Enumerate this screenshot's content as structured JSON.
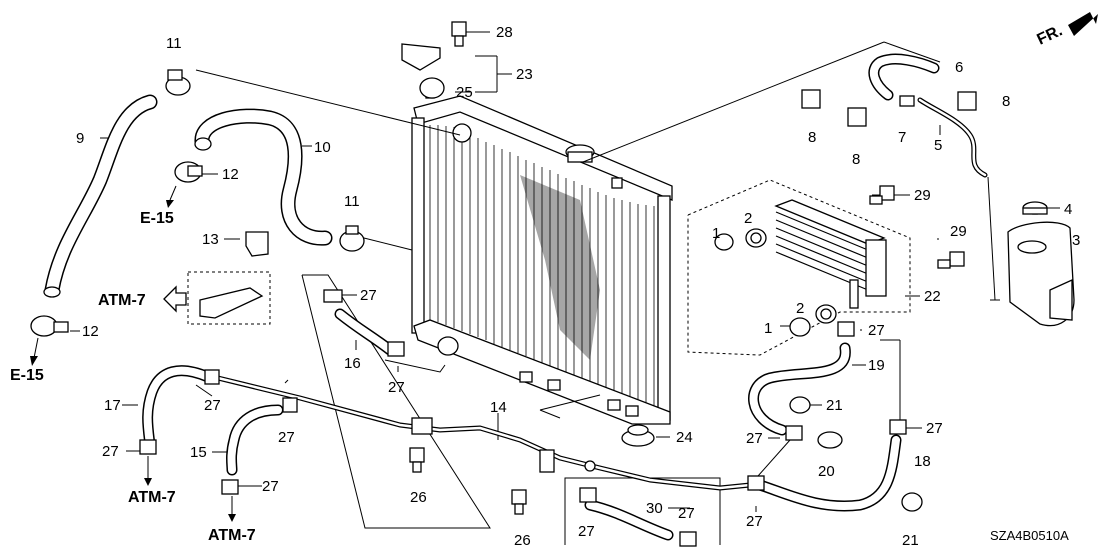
{
  "diagram_code": "SZA4B0510A",
  "front_label": "FR.",
  "callouts": [
    {
      "id": "c1a",
      "text": "1"
    },
    {
      "id": "c1b",
      "text": "1"
    },
    {
      "id": "c2a",
      "text": "2"
    },
    {
      "id": "c2b",
      "text": "2"
    },
    {
      "id": "c3",
      "text": "3"
    },
    {
      "id": "c4",
      "text": "4"
    },
    {
      "id": "c5",
      "text": "5"
    },
    {
      "id": "c6",
      "text": "6"
    },
    {
      "id": "c7",
      "text": "7"
    },
    {
      "id": "c8a",
      "text": "8"
    },
    {
      "id": "c8b",
      "text": "8"
    },
    {
      "id": "c8c",
      "text": "8"
    },
    {
      "id": "c9",
      "text": "9"
    },
    {
      "id": "c10",
      "text": "10"
    },
    {
      "id": "c11a",
      "text": "11"
    },
    {
      "id": "c11b",
      "text": "11"
    },
    {
      "id": "c12a",
      "text": "12"
    },
    {
      "id": "c12b",
      "text": "12"
    },
    {
      "id": "c13",
      "text": "13"
    },
    {
      "id": "c14",
      "text": "14"
    },
    {
      "id": "c15",
      "text": "15"
    },
    {
      "id": "c16",
      "text": "16"
    },
    {
      "id": "c17",
      "text": "17"
    },
    {
      "id": "c18",
      "text": "18"
    },
    {
      "id": "c19",
      "text": "19"
    },
    {
      "id": "c20",
      "text": "20"
    },
    {
      "id": "c21a",
      "text": "21"
    },
    {
      "id": "c21b",
      "text": "21"
    },
    {
      "id": "c22",
      "text": "22"
    },
    {
      "id": "c23",
      "text": "23"
    },
    {
      "id": "c24",
      "text": "24"
    },
    {
      "id": "c25",
      "text": "25"
    },
    {
      "id": "c26a",
      "text": "26"
    },
    {
      "id": "c26b",
      "text": "26"
    },
    {
      "id": "c27a",
      "text": "27"
    },
    {
      "id": "c27b",
      "text": "27"
    },
    {
      "id": "c27c",
      "text": "27"
    },
    {
      "id": "c27d",
      "text": "27"
    },
    {
      "id": "c27e",
      "text": "27"
    },
    {
      "id": "c27f",
      "text": "27"
    },
    {
      "id": "c27g",
      "text": "27"
    },
    {
      "id": "c27h",
      "text": "27"
    },
    {
      "id": "c27i",
      "text": "27"
    },
    {
      "id": "c27j",
      "text": "27"
    },
    {
      "id": "c27k",
      "text": "27"
    },
    {
      "id": "c27l",
      "text": "27"
    },
    {
      "id": "c28",
      "text": "28"
    },
    {
      "id": "c29a",
      "text": "29"
    },
    {
      "id": "c29b",
      "text": "29"
    },
    {
      "id": "c30",
      "text": "30"
    }
  ],
  "references": [
    {
      "id": "e15a",
      "text": "E-15"
    },
    {
      "id": "e15b",
      "text": "E-15"
    },
    {
      "id": "atm7a",
      "text": "ATM-7"
    },
    {
      "id": "atm7b",
      "text": "ATM-7"
    },
    {
      "id": "atm7c",
      "text": "ATM-7"
    }
  ]
}
